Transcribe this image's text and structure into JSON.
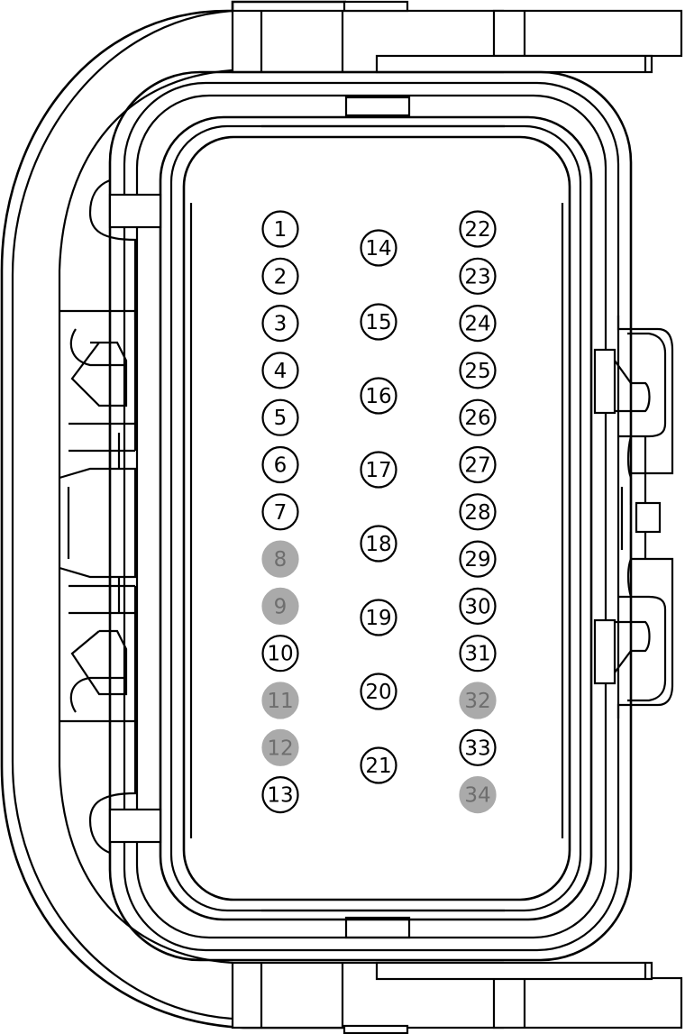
{
  "diagram": {
    "type": "connector-pinout",
    "colors": {
      "line": "#000000",
      "background": "#ffffff",
      "pin_used_fill": "#ffffff",
      "pin_used_text": "#000000",
      "pin_unused_fill": "#aaaaaa",
      "pin_unused_text": "#6e6e6e"
    },
    "columns": [
      {
        "name": "left",
        "pins": [
          {
            "label": "1",
            "populated": true
          },
          {
            "label": "2",
            "populated": true
          },
          {
            "label": "3",
            "populated": true
          },
          {
            "label": "4",
            "populated": true
          },
          {
            "label": "5",
            "populated": true
          },
          {
            "label": "6",
            "populated": true
          },
          {
            "label": "7",
            "populated": true
          },
          {
            "label": "8",
            "populated": false
          },
          {
            "label": "9",
            "populated": false
          },
          {
            "label": "10",
            "populated": true
          },
          {
            "label": "11",
            "populated": false
          },
          {
            "label": "12",
            "populated": false
          },
          {
            "label": "13",
            "populated": true
          }
        ]
      },
      {
        "name": "middle",
        "pins": [
          {
            "label": "14",
            "populated": true
          },
          {
            "label": "15",
            "populated": true
          },
          {
            "label": "16",
            "populated": true
          },
          {
            "label": "17",
            "populated": true
          },
          {
            "label": "18",
            "populated": true
          },
          {
            "label": "19",
            "populated": true
          },
          {
            "label": "20",
            "populated": true
          },
          {
            "label": "21",
            "populated": true
          }
        ]
      },
      {
        "name": "right",
        "pins": [
          {
            "label": "22",
            "populated": true
          },
          {
            "label": "23",
            "populated": true
          },
          {
            "label": "24",
            "populated": true
          },
          {
            "label": "25",
            "populated": true
          },
          {
            "label": "26",
            "populated": true
          },
          {
            "label": "27",
            "populated": true
          },
          {
            "label": "28",
            "populated": true
          },
          {
            "label": "29",
            "populated": true
          },
          {
            "label": "30",
            "populated": true
          },
          {
            "label": "31",
            "populated": true
          },
          {
            "label": "32",
            "populated": false
          },
          {
            "label": "33",
            "populated": true
          },
          {
            "label": "34",
            "populated": false
          }
        ]
      }
    ]
  }
}
